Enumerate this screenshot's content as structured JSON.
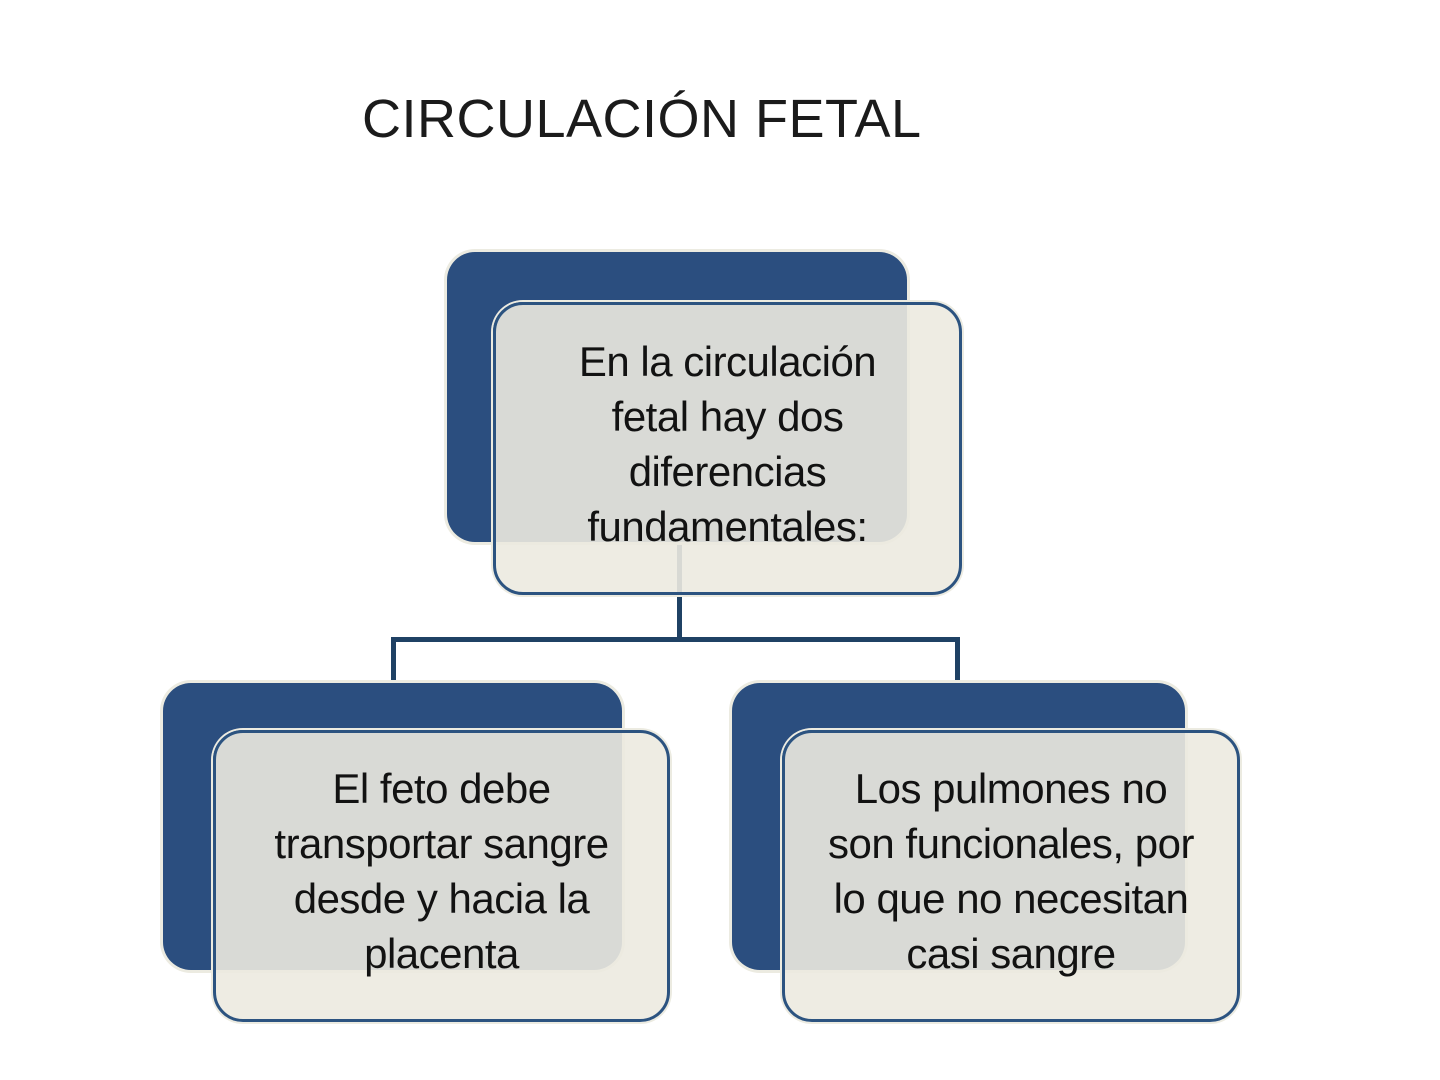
{
  "theme": {
    "bg": "#FFFFFF",
    "accent-blue": "#2B4E7F",
    "connector-blue": "#1F4164",
    "node-border-blue": "#2C5380",
    "node-fill": "rgba(236,234,224,0.9)",
    "halo": "#ECEBE1",
    "text-color": "#121212",
    "title-color": "#1B1B1B"
  },
  "slide": {
    "title": "CIRCULACIÓN FETAL"
  },
  "diagram": {
    "root": {
      "text": "En la circulación\nfetal hay dos\ndiferencias\nfundamentales:"
    },
    "children": [
      {
        "text": "El feto debe\ntransportar sangre\ndesde y hacia la\nplacenta"
      },
      {
        "text": "Los pulmones no\nson funcionales, por\nlo que no necesitan\ncasi sangre"
      }
    ]
  }
}
